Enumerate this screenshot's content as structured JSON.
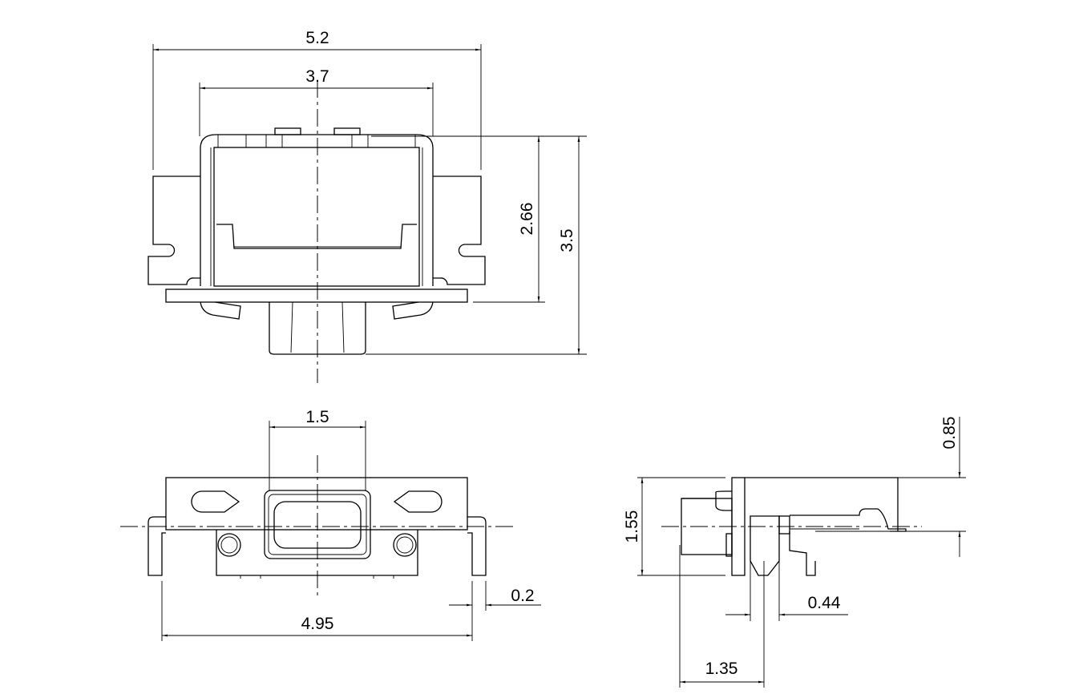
{
  "drawing": {
    "top_view": {
      "width_overall": "5.2",
      "width_body": "3.7",
      "height_body": "2.66",
      "height_overall": "3.5"
    },
    "front_view": {
      "button_width": "1.5",
      "terminal_span": "4.95",
      "terminal_thickness": "0.2"
    },
    "side_view": {
      "height": "1.55",
      "top_offset": "0.85",
      "pin_width": "0.44",
      "pin_offset": "1.35"
    }
  }
}
